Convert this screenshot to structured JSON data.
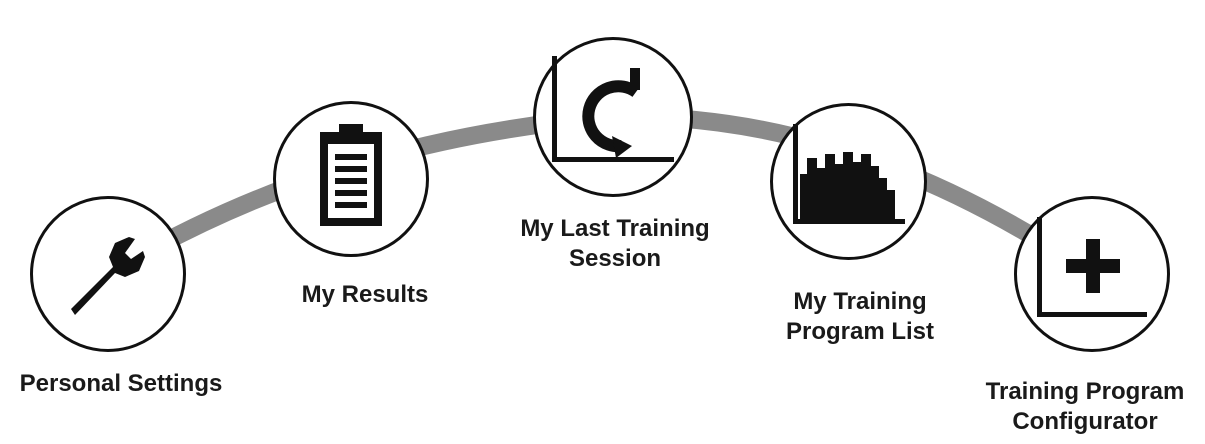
{
  "colors": {
    "arc": "#8a8a8a",
    "node_border": "#111111",
    "icon": "#111111",
    "label": "#1a1a1a"
  },
  "nodes": [
    {
      "id": "personal_settings",
      "icon": "wrench-icon",
      "label_lines": [
        "Personal Settings"
      ]
    },
    {
      "id": "my_results",
      "icon": "clipboard-icon",
      "label_lines": [
        "My Results"
      ]
    },
    {
      "id": "my_last_training_session",
      "icon": "replay-chart-icon",
      "label_lines": [
        "My Last Training",
        "Session"
      ]
    },
    {
      "id": "my_training_program_list",
      "icon": "bar-chart-icon",
      "label_lines": [
        "My Training",
        "Program List"
      ]
    },
    {
      "id": "training_program_configurator",
      "icon": "add-chart-icon",
      "label_lines": [
        "Training Program",
        "Configurator"
      ]
    }
  ]
}
